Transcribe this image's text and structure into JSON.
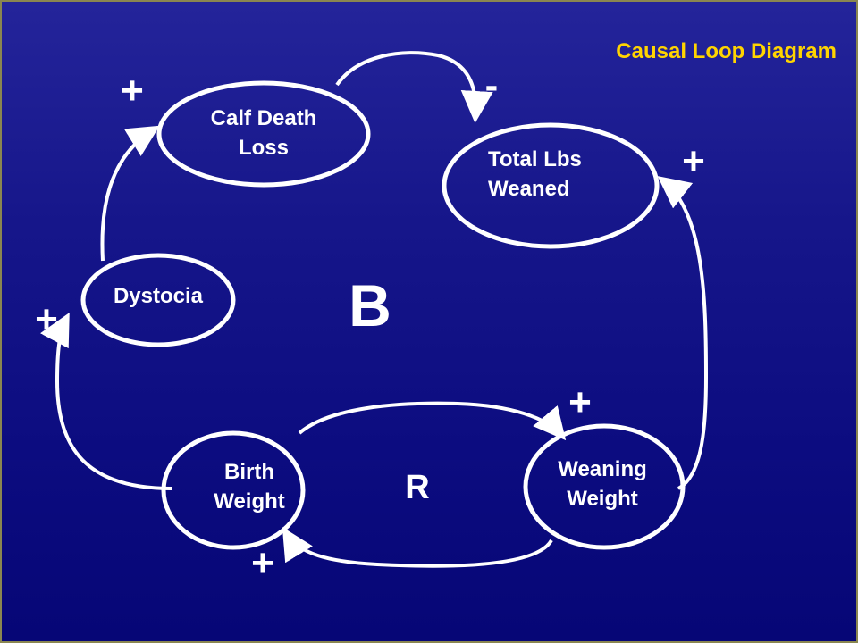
{
  "title": "Causal Loop Diagram",
  "colors": {
    "background_top": "#24249a",
    "background_bottom": "#060676",
    "title": "#ffd400",
    "nodes": "#ffffff",
    "border": "#8a8650"
  },
  "nodes": {
    "calf_death_loss": "Calf Death\nLoss",
    "total_lbs_weaned": "Total Lbs\nWeaned",
    "dystocia": "Dystocia",
    "birth_weight": "Birth\nWeight",
    "weaning_weight": "Weaning\nWeight"
  },
  "loops": {
    "balancing": "B",
    "reinforcing": "R"
  },
  "links": [
    {
      "from": "Dystocia",
      "to": "Calf Death Loss",
      "polarity": "+"
    },
    {
      "from": "Calf Death Loss",
      "to": "Total Lbs Weaned",
      "polarity": "-"
    },
    {
      "from": "Birth Weight",
      "to": "Dystocia",
      "polarity": "+"
    },
    {
      "from": "Birth Weight",
      "to": "Weaning Weight",
      "polarity": "+"
    },
    {
      "from": "Weaning Weight",
      "to": "Birth Weight",
      "polarity": "+"
    },
    {
      "from": "Weaning Weight",
      "to": "Total Lbs Weaned",
      "polarity": "+"
    }
  ]
}
